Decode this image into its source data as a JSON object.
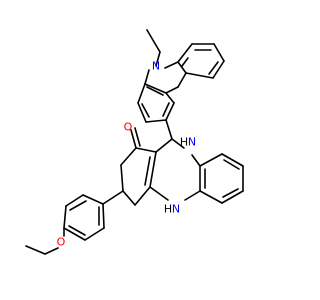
{
  "colors": {
    "bond": "#000000",
    "carbon_label": "#000000",
    "nitrogen": "#0000ff",
    "oxygen": "#ff0000",
    "background": "#ffffff"
  },
  "labels": {
    "n_ethyl": "N",
    "o_carbonyl": "O",
    "nh_upper": "H",
    "n_upper": "N",
    "nh_lower": "H",
    "n_lower": "N",
    "o_methoxy": "O"
  }
}
